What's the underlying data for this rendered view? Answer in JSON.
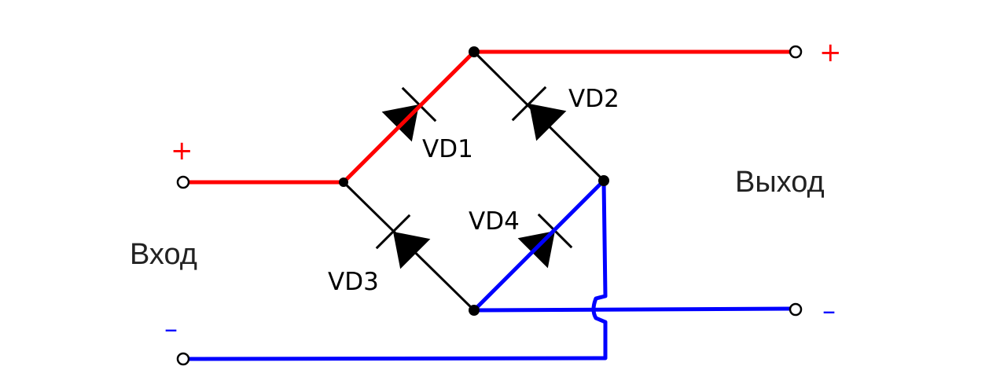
{
  "title": "Diode bridge rectifier",
  "labels": {
    "vd1": "VD1",
    "vd2": "VD2",
    "vd3": "VD3",
    "vd4": "VD4",
    "input": "Вход",
    "output": "Выход",
    "input_plus": "+",
    "input_minus": "–",
    "output_plus": "+",
    "output_minus": "–"
  },
  "colors": {
    "positive": "#ff0000",
    "negative": "#0000ff",
    "component": "#000000"
  }
}
